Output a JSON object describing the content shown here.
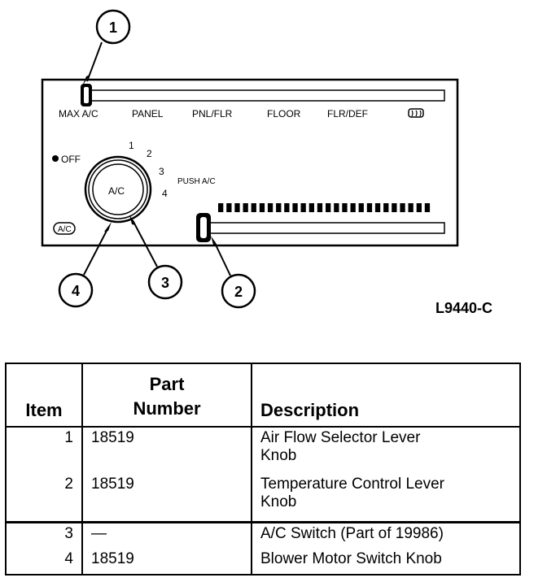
{
  "figure": {
    "id": "L9440-C",
    "panel_labels": {
      "modes": [
        "MAX A/C",
        "PANEL",
        "PNL/FLR",
        "FLOOR",
        "FLR/DEF",
        "defrost-icon"
      ],
      "off": "OFF",
      "speeds": [
        "1",
        "2",
        "3",
        "4"
      ],
      "knob": "A/C",
      "push": "PUSH A/C",
      "recirc": "A/C"
    },
    "callouts": [
      "1",
      "2",
      "3",
      "4"
    ]
  },
  "table": {
    "headers": {
      "item": "Item",
      "part_line1": "Part",
      "part_line2": "Number",
      "description": "Description"
    },
    "rows": [
      {
        "item": "1",
        "part": "18519",
        "desc_line1": "Air Flow Selector Lever",
        "desc_line2": "Knob"
      },
      {
        "item": "2",
        "part": "18519",
        "desc_line1": "Temperature Control Lever",
        "desc_line2": "Knob"
      },
      {
        "item": "3",
        "part": "—",
        "desc_line1": "A/C Switch (Part of 19986)",
        "desc_line2": ""
      },
      {
        "item": "4",
        "part": "18519",
        "desc_line1": "Blower Motor Switch Knob",
        "desc_line2": ""
      }
    ]
  }
}
